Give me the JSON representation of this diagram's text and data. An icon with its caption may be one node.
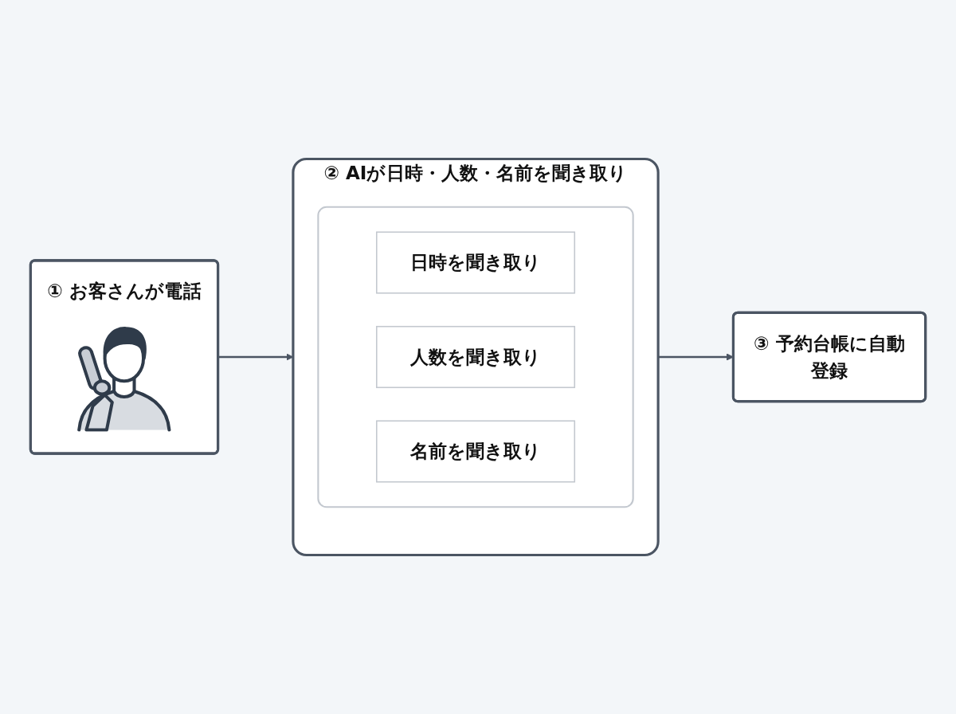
{
  "diagram": {
    "nodes": [
      {
        "text": [
          "① お客さんが電話"
        ]
      },
      {
        "text": [
          "② AIが日時・人数・名前を聞き取り"
        ]
      },
      {
        "text": [
          "③ 予約台帳に自動登録"
        ]
      },
      {
        "text": [],
        "shape": "box",
        "in": 1
      },
      {
        "text": [
          "日時を聞き取り"
        ],
        "in": 3
      },
      {
        "text": [
          "人数を聞き取り"
        ],
        "in": 3
      },
      {
        "text": [
          "名前を聞き取り"
        ],
        "in": 3
      }
    ],
    "edges": [
      {
        "from": 0,
        "to": 1,
        "arrow": "to"
      },
      {
        "from": 1,
        "to": 2,
        "arrow": "to"
      }
    ]
  }
}
